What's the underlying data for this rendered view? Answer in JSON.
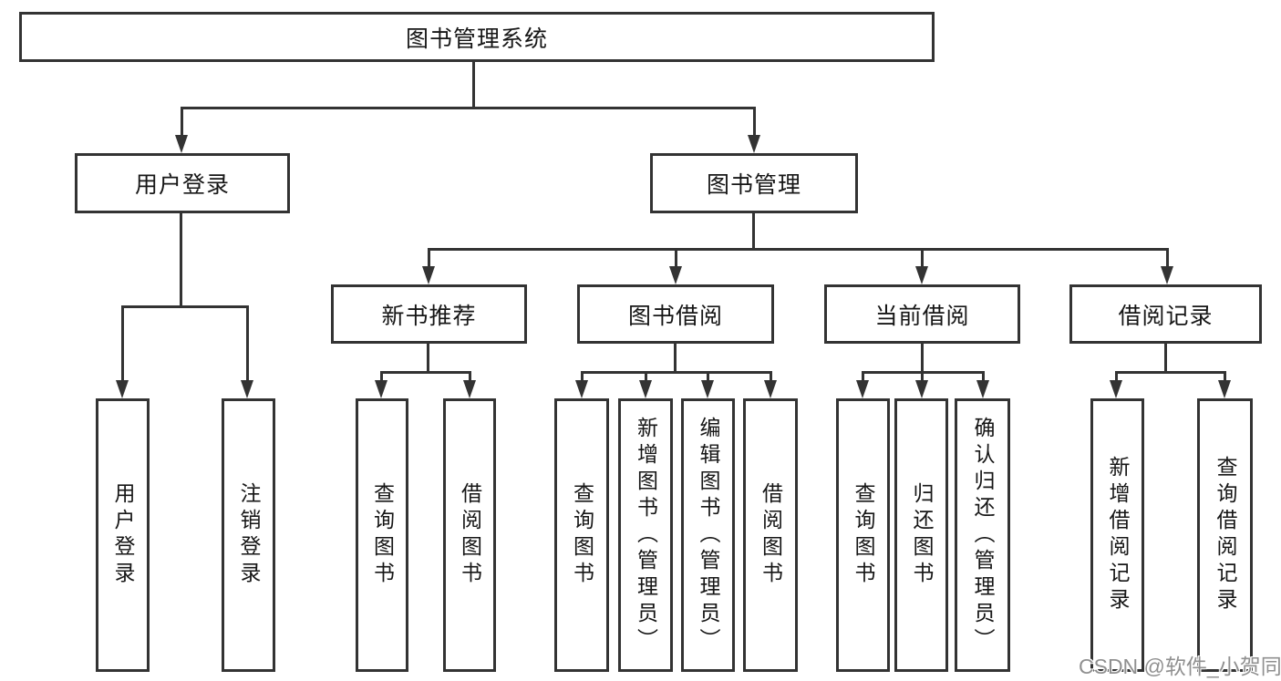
{
  "diagram": {
    "root": {
      "label": "图书管理系统"
    },
    "level2": [
      {
        "label": "用户登录"
      },
      {
        "label": "图书管理"
      }
    ],
    "level3": [
      {
        "label": "新书推荐"
      },
      {
        "label": "图书借阅"
      },
      {
        "label": "当前借阅"
      },
      {
        "label": "借阅记录"
      }
    ],
    "leaves": {
      "user_login": [
        "用户登录",
        "注销登录"
      ],
      "new_book_recommend": [
        "查询图书",
        "借阅图书"
      ],
      "book_borrow": [
        "查询图书",
        "新增图书（管理员）",
        "编辑图书（管理员）",
        "借阅图书"
      ],
      "current_borrow": [
        "查询图书",
        "归还图书",
        "确认归还（管理员）"
      ],
      "borrow_record": [
        "新增借阅记录",
        "查询借阅记录"
      ]
    },
    "colors": {
      "line": "#333333",
      "text": "#161616",
      "background": "#ffffff",
      "watermark": "#909090"
    }
  },
  "watermark": {
    "text": "CSDN @软件_小贺同学"
  }
}
